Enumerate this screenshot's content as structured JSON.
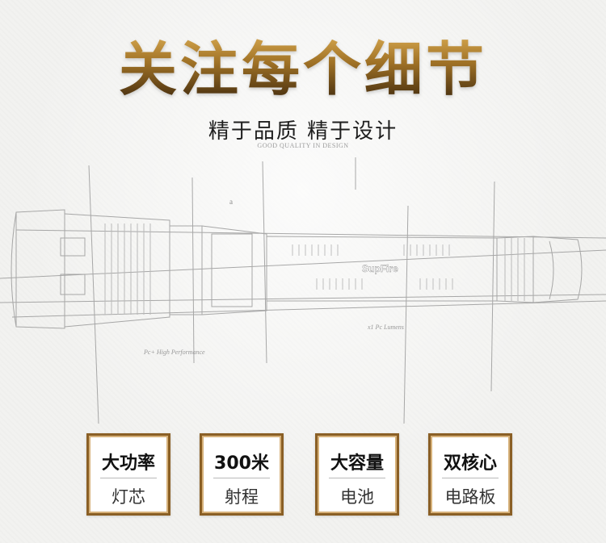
{
  "header": {
    "title": "关注每个细节",
    "subtitle": "精于品质 精于设计",
    "tagline": "GOOD QUALITY IN DESIGN"
  },
  "illustration": {
    "brand_mark": "SupFire",
    "annotation_a": "a",
    "annotation_1": "Pc+ High Performance",
    "annotation_2": "x1 Pc Lumens"
  },
  "features": [
    {
      "title": "大功率",
      "subtitle": "灯芯"
    },
    {
      "title": "300米",
      "subtitle": "射程"
    },
    {
      "title": "大容量",
      "subtitle": "电池"
    },
    {
      "title": "双核心",
      "subtitle": "电路板"
    }
  ],
  "colors": {
    "gold_dark": "#8a5f25",
    "gold_light": "#d6b17a",
    "background": "#f2f2f0"
  }
}
